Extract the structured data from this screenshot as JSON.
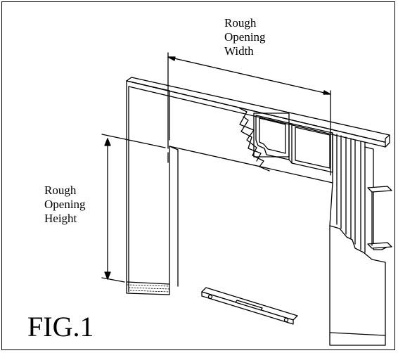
{
  "figure": {
    "width_label_lines": [
      "Rough",
      "Opening",
      "Width"
    ],
    "height_label_lines": [
      "Rough",
      "Opening",
      "Height"
    ],
    "caption": "FIG.1"
  },
  "colors": {
    "line": "#000000",
    "background": "#ffffff"
  }
}
